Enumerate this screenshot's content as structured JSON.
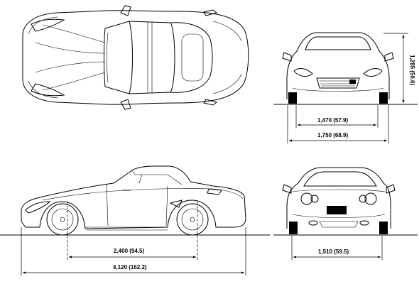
{
  "dimensions": {
    "height": "1,285 (50.6)",
    "front_track": "1,470 (57.9)",
    "width": "1,750 (68.9)",
    "wheelbase": "2,400 (94.5)",
    "length": "4,120 (162.2)",
    "rear_track": "1,510 (59.5)"
  }
}
